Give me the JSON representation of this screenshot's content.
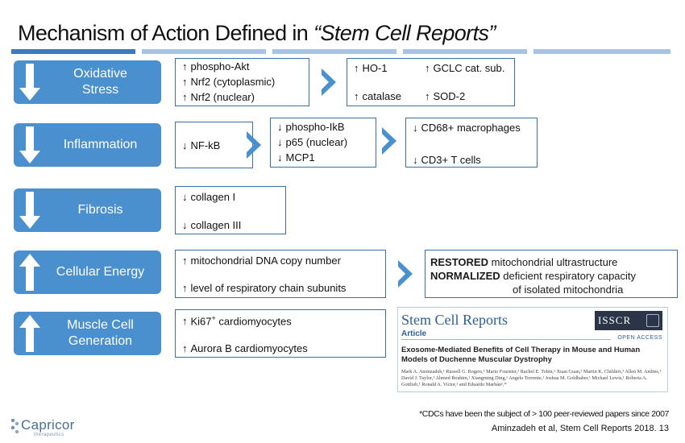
{
  "slide": {
    "title_prefix": "Mechanism of Action Defined in ",
    "title_italic": "“Stem Cell Reports”",
    "slide_number": "13"
  },
  "colors": {
    "accent": "#4a8fce",
    "box_border": "#3a6ea8",
    "bar_dark": "#3e79bd",
    "bar_light": "#a7c4e4"
  },
  "icons": {
    "up": "↑",
    "down": "↓",
    "cat_down": "arrow-down-icon",
    "cat_up": "arrow-up-icon",
    "step": "chevron-right-icon"
  },
  "categories": [
    {
      "label": "Oxidative\nStress",
      "direction": "down"
    },
    {
      "label": "Inflammation",
      "direction": "down"
    },
    {
      "label": "Fibrosis",
      "direction": "down"
    },
    {
      "label": "Cellular Energy",
      "direction": "up"
    },
    {
      "label": "Muscle Cell\nGeneration",
      "direction": "up"
    }
  ],
  "oxidative": {
    "box1": [
      "phospho-Akt",
      "Nrf2 (cytoplasmic)",
      "Nrf2 (nuclear)"
    ],
    "box2": [
      "HO-1",
      "GCLC cat. sub.",
      "catalase",
      "SOD-2"
    ]
  },
  "inflammation": {
    "box1": [
      "NF-kB"
    ],
    "box2": [
      "phospho-IkB",
      "p65 (nuclear)",
      "MCP1"
    ],
    "box3": [
      "CD68+ macrophages",
      "CD3+ T cells"
    ]
  },
  "fibrosis": {
    "box1": [
      "collagen I",
      "collagen III"
    ]
  },
  "cellular_energy": {
    "box1": [
      "mitochondrial DNA copy number",
      "level of respiratory chain subunits"
    ],
    "result": {
      "line1_bold": "RESTORED",
      "line1_rest": " mitochondrial ultrastructure",
      "line2_bold": "NORMALIZED",
      "line2_rest": " deficient respiratory capacity",
      "line3": "of isolated mitochondria"
    }
  },
  "muscle": {
    "box1_pre": "Ki67",
    "box1_sup": "+",
    "box1_post": " cardiomyocytes",
    "box1_line2": "Aurora B cardiomyocytes"
  },
  "paper": {
    "journal": "Stem Cell Reports",
    "section": "Article",
    "society": "ISSCR",
    "open_access": "OPEN ACCESS",
    "title": "Exosome-Mediated Benefits of Cell Therapy in Mouse and Human Models of Duchenne Muscular Dystrophy",
    "authors": "Mark A. Aminzadeh,¹ Russell G. Rogers,¹ Mario Fournier,² Rachel E. Tobin,¹ Xuan Guan,³ Martin K. Childers,³ Allen M. Andres,¹ David J. Taylor,¹ Ahmed Ibrahim,¹ Xiangming Ding,¹ Angelo Torrente,¹ Joshua M. Goldhaber,¹ Michael Lewis,¹ Roberta A. Gottlieb,¹ Ronald A. Victor,¹ and Eduardo Marbán¹,*"
  },
  "footer": {
    "footnote": "*CDCs have been the subject of > 100 peer-reviewed papers since 2007",
    "citation": "Aminzadeh et al, Stem Cell Reports 2018.",
    "company": "Capricor",
    "company_sub": "therapeutics"
  }
}
